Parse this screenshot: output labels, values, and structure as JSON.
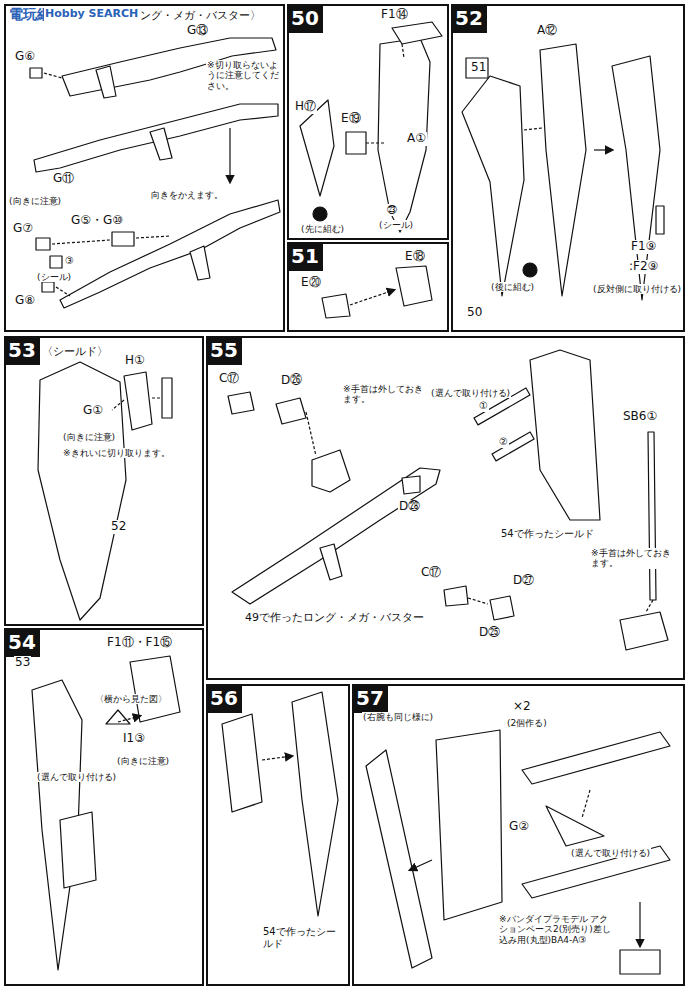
{
  "diagram": {
    "nodes": [
      {
        "text": [
          "〈ロング・メガ・バスター〉"
        ]
      },
      {
        "text": [
          "50"
        ]
      },
      {
        "text": [
          "51"
        ]
      },
      {
        "text": [
          "52"
        ]
      },
      {
        "text": [
          "53",
          "〈シールド〉"
        ]
      },
      {
        "text": [
          "55"
        ]
      },
      {
        "text": [
          "54"
        ]
      },
      {
        "text": [
          "56"
        ]
      },
      {
        "text": [
          "57"
        ]
      }
    ],
    "labels": [
      "電玩網",
      "Hobby SEARCH",
      "G⑥",
      "G⑬",
      "※切り取らないように注意してください。",
      "G⑪",
      "(向きに注意)",
      "G⑤・G⑩",
      "G⑦",
      "向きをかえます。",
      "③",
      "(シール)",
      "G⑧",
      "F1⑭",
      "H⑰",
      "E⑲",
      "A①",
      "(先に組む)",
      "㉓",
      "(シール)",
      "E⑱",
      "E⑳",
      "A⑫",
      "51",
      "(後に組む)",
      "50",
      "F1⑨",
      ":F2⑨",
      "(反対側に取り付ける)",
      "H①",
      "G①",
      "(向きに注意)",
      "※きれいに切り取ります。",
      "52",
      "C⑰",
      "D㉖",
      "※手首は外しておきます。",
      "(選んで取り付ける)",
      "①",
      "②",
      "SB6①",
      "D㉘",
      "54で作ったシールド",
      "※手首は外しておきます。",
      "C⑰",
      "D㉗",
      "D㉕",
      "49で作ったロング・メガ・バスター",
      "53",
      "F1⑪・F1⑮",
      "〈横から見た図〉",
      "(選んで取り付ける)",
      "I1③",
      "(向きに注意)",
      "54で作ったシールド",
      "(右腕も同じ様に)",
      "×2",
      "(2個作る)",
      "G②",
      "(選んで取り付ける)",
      "※バンダイプラモデル アクションベース2(別売り)差し込み用(丸型)BA4-A③"
    ]
  }
}
